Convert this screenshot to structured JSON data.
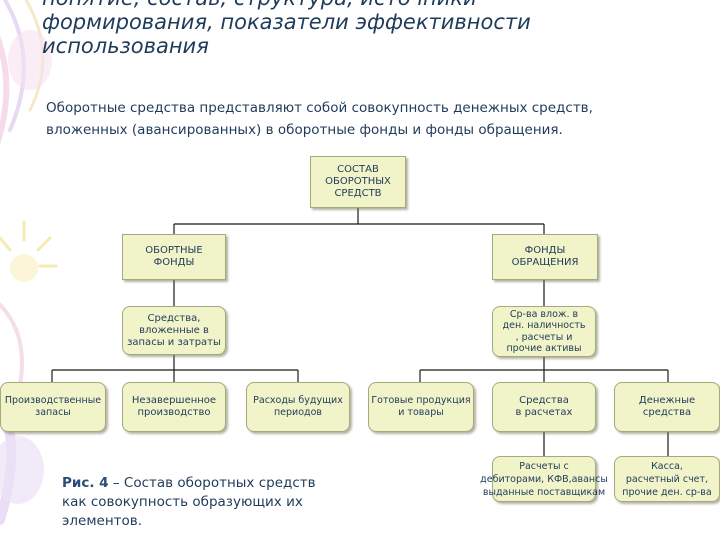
{
  "title": {
    "lines": [
      "понятие, состав, структура, источники",
      "формирования, показатели эффективности",
      "использования"
    ]
  },
  "intro": {
    "lines": [
      "Оборотные средства представляют собой совокупность денежных средств,",
      "вложенных (авансированных) в оборотные фонды и фонды обращения."
    ]
  },
  "diagram": {
    "root": "СОСТАВ\nОБОРОТНЫХ\nСРЕДСТВ",
    "left_group": "ОБОРТНЫЕ\nФОНДЫ",
    "right_group": "ФОНДЫ\nОБРАЩЕНИЯ",
    "left_sub": "Средства,\nвложенные в\nзапасы и затраты",
    "right_sub": "Ср-ва влож. в\nден. наличность\n, расчеты и\nпрочие активы",
    "leaves": [
      "Производственные\nзапасы",
      "Незавершенное\nпроизводство",
      "Расходы будущих\nпериодов",
      "Готовые продукция\nи товары",
      "Средства\nв расчетах",
      "Денежные\nсредства"
    ],
    "detail_settlements": "Расчеты с\nдебиторами, КФВ,авансы\nвыданные поставщикам",
    "detail_cash": "Касса,\nрасчетный счет,\nпрочие ден. ср-ва"
  },
  "caption": {
    "label": "Рис. 4",
    "text_first": " – Состав оборотных средств",
    "text_rest": [
      "как совокупность образующих их",
      "элементов."
    ]
  },
  "colors": {
    "text": "#1f3b5a",
    "box_fill": "#f1f3c8",
    "box_border": "#a6a87e",
    "connector": "#1a1a1a"
  }
}
